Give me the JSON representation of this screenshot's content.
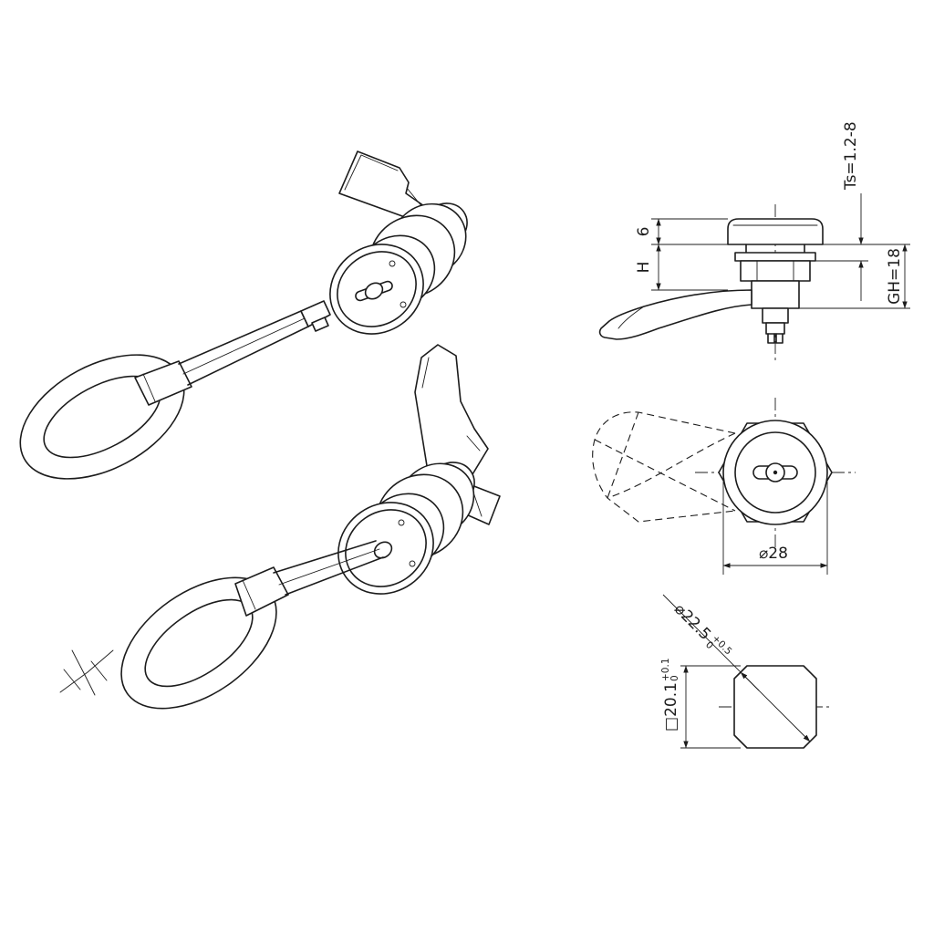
{
  "colors": {
    "background": "#ffffff",
    "line": "#1c1c1c"
  },
  "dimensions": {
    "side_view": {
      "head_height": "6",
      "height_h": "H",
      "panel_thickness": "Ts=1.2-8",
      "grip_height": "GH=18"
    },
    "front_view": {
      "flange_diameter": "⌀28"
    },
    "profile_view": {
      "diagonal_diameter": "⌀22.5",
      "diagonal_tol_upper": "+0.5",
      "diagonal_tol_lower": "0",
      "square_size": "□20.1",
      "square_tol_upper": "+0.1",
      "square_tol_lower": "0"
    }
  }
}
